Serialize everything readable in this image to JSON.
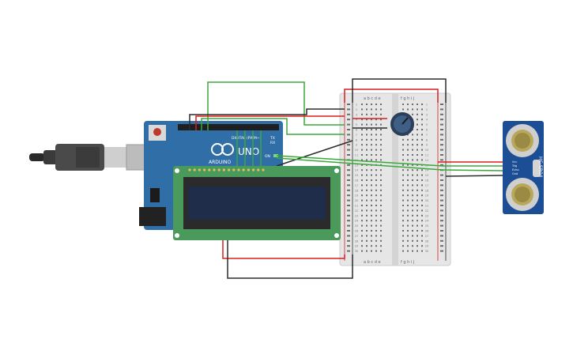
{
  "arduino": {
    "logo_text": "ARDUINO",
    "model_text": "UNO",
    "digital_label": "DIGITAL (PWM~)",
    "tx_label": "TX",
    "rx_label": "RX",
    "on_label": "ON"
  },
  "breadboard": {
    "columns_left": "a b c d e",
    "columns_right": "f g h i j",
    "row_numbers": [
      "1",
      "2",
      "3",
      "4",
      "5",
      "6",
      "7",
      "8",
      "9",
      "10",
      "11",
      "12",
      "13",
      "14",
      "15",
      "16",
      "17",
      "18",
      "19",
      "20",
      "21",
      "22",
      "23",
      "24",
      "25",
      "26",
      "27",
      "28",
      "29",
      "30"
    ]
  },
  "sensor": {
    "model": "HC-SR04",
    "pins": [
      "Vcc",
      "Trig",
      "Echo",
      "Gnd"
    ]
  },
  "colors": {
    "board_blue": "#2f6ea6",
    "lcd_green": "#4a9a5c",
    "lcd_screen": "#1f2d4a",
    "wire_red": "#d81e1e",
    "wire_black": "#2b2b2b",
    "wire_green": "#3aa83a",
    "breadboard": "#e6e6e6"
  }
}
